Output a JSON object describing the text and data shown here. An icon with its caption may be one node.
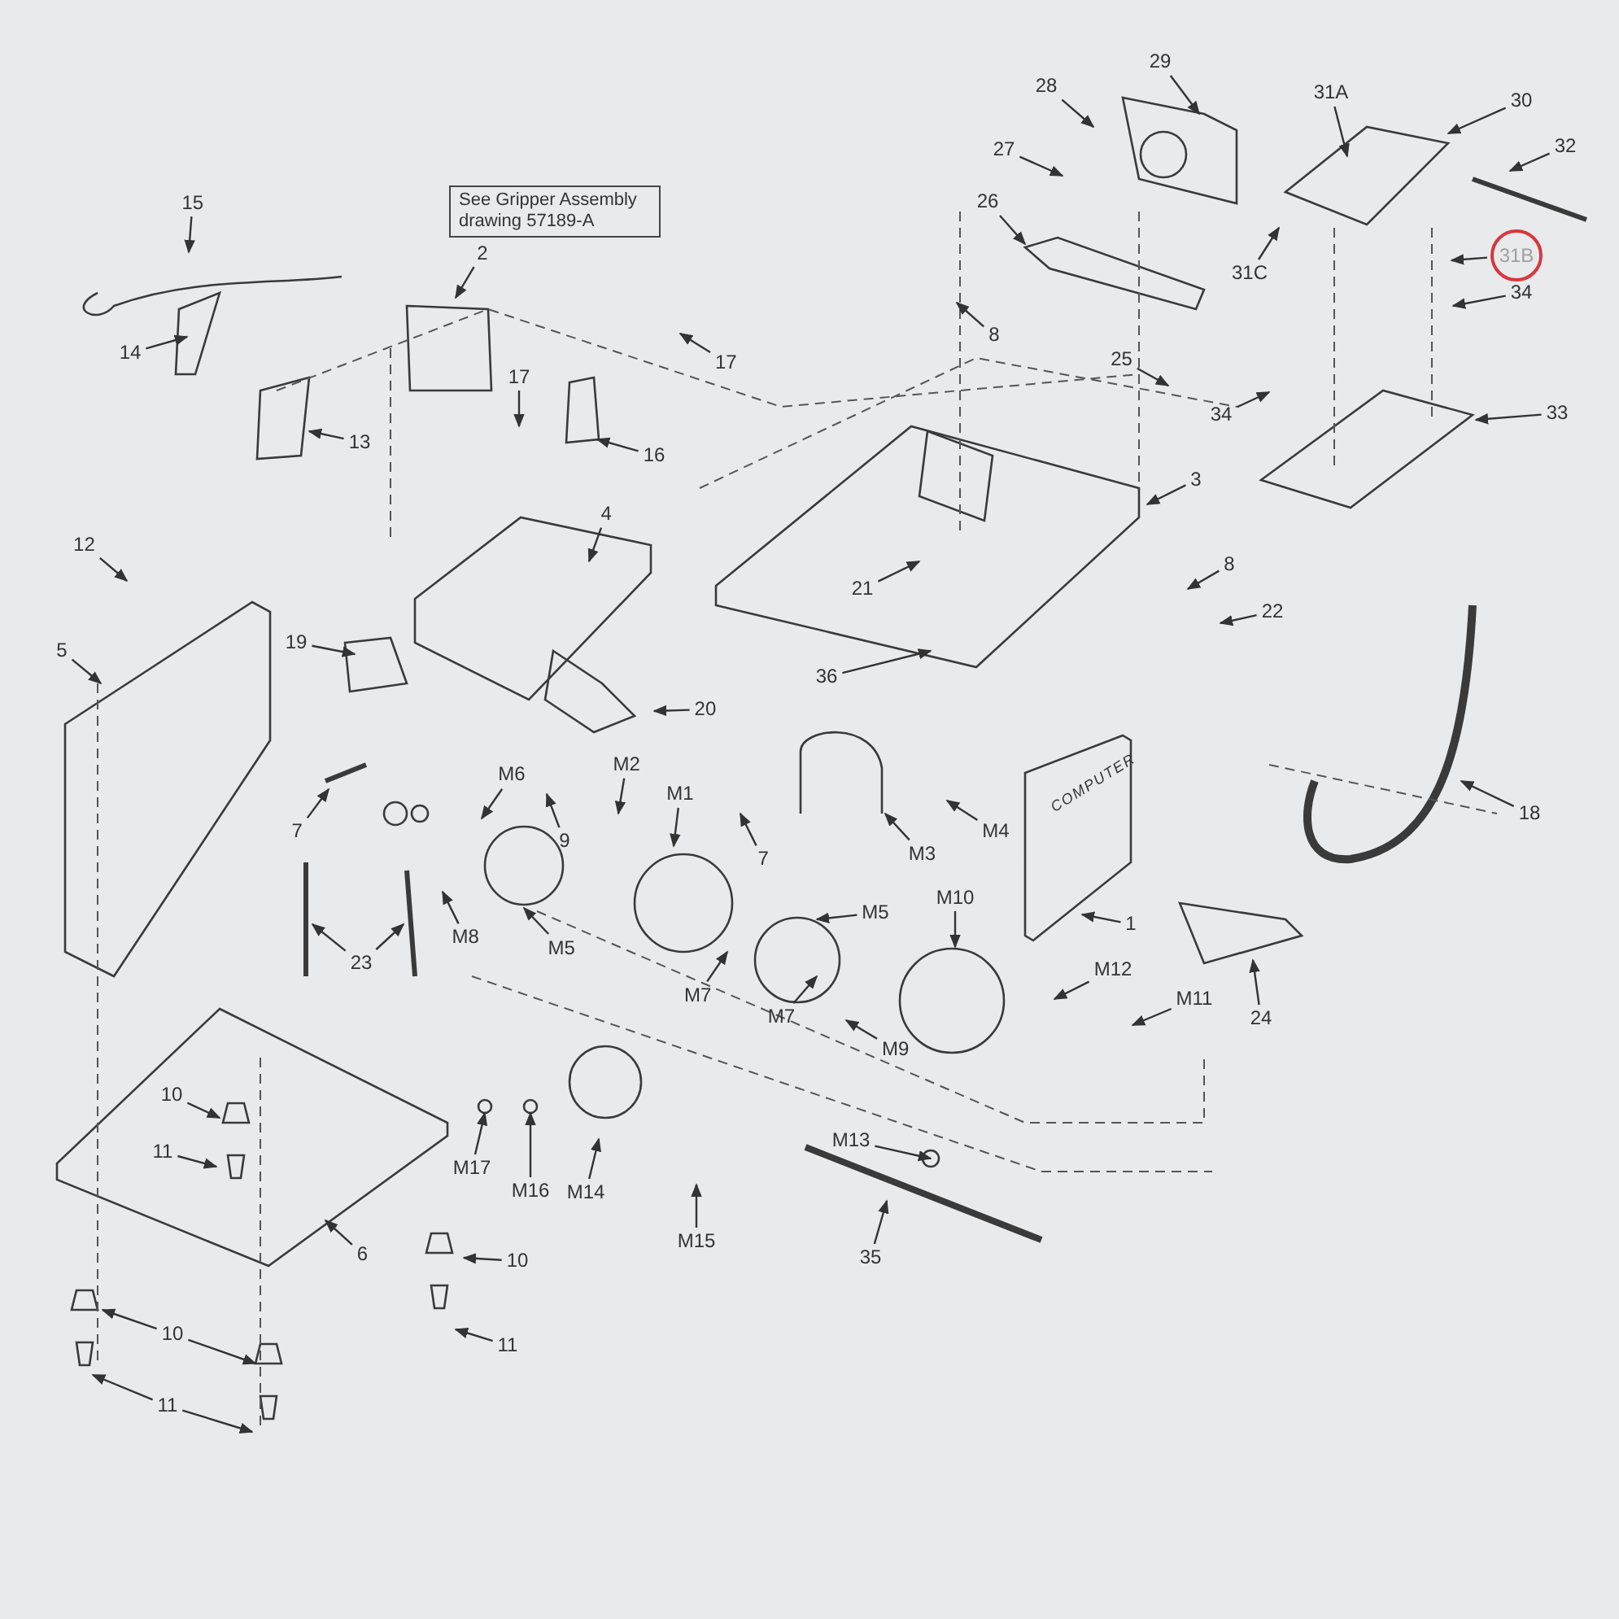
{
  "diagram": {
    "nodes": [
      {
        "text": [
          "15"
        ]
      },
      {
        "text": [
          "See Gripper Assembly drawing 57189-A"
        ]
      },
      {
        "text": [
          "2"
        ]
      },
      {
        "text": [
          "17"
        ]
      },
      {
        "text": [
          "14"
        ]
      },
      {
        "text": [
          "17"
        ]
      },
      {
        "text": [
          "13"
        ]
      },
      {
        "text": [
          "16"
        ]
      },
      {
        "text": [
          "4"
        ]
      },
      {
        "text": [
          "12"
        ]
      },
      {
        "text": [
          "5"
        ]
      },
      {
        "text": [
          "19"
        ]
      },
      {
        "text": [
          "20"
        ]
      },
      {
        "text": [
          "28"
        ]
      },
      {
        "text": [
          "29"
        ]
      },
      {
        "text": [
          "31A"
        ]
      },
      {
        "text": [
          "30"
        ]
      },
      {
        "text": [
          "32"
        ]
      },
      {
        "text": [
          "27"
        ]
      },
      {
        "text": [
          "26"
        ]
      },
      {
        "text": [
          "31C"
        ]
      },
      {
        "text": [
          "31B"
        ]
      },
      {
        "text": [
          "34"
        ]
      },
      {
        "text": [
          "8"
        ]
      },
      {
        "text": [
          "25"
        ]
      },
      {
        "text": [
          "34"
        ]
      },
      {
        "text": [
          "33"
        ]
      },
      {
        "text": [
          "3"
        ]
      },
      {
        "text": [
          "8"
        ]
      },
      {
        "text": [
          "22"
        ]
      },
      {
        "text": [
          "21"
        ]
      },
      {
        "text": [
          "36"
        ]
      },
      {
        "text": [
          "18"
        ]
      },
      {
        "text": [
          "M6"
        ]
      },
      {
        "text": [
          "M2"
        ]
      },
      {
        "text": [
          "7"
        ]
      },
      {
        "text": [
          "9"
        ]
      },
      {
        "text": [
          "M1"
        ]
      },
      {
        "text": [
          "M4"
        ]
      },
      {
        "text": [
          "M3"
        ]
      },
      {
        "text": [
          "7"
        ]
      },
      {
        "text": [
          "M10"
        ]
      },
      {
        "text": [
          "M5"
        ]
      },
      {
        "text": [
          "1"
        ]
      },
      {
        "text": [
          "M8"
        ]
      },
      {
        "text": [
          "M5"
        ]
      },
      {
        "text": [
          "23"
        ]
      },
      {
        "text": [
          "M12"
        ]
      },
      {
        "text": [
          "M11"
        ]
      },
      {
        "text": [
          "M7"
        ]
      },
      {
        "text": [
          "M7"
        ]
      },
      {
        "text": [
          "24"
        ]
      },
      {
        "text": [
          "M9"
        ]
      },
      {
        "text": [
          "10"
        ]
      },
      {
        "text": [
          "M13"
        ]
      },
      {
        "text": [
          "11"
        ]
      },
      {
        "text": [
          "M17"
        ]
      },
      {
        "text": [
          "M16"
        ]
      },
      {
        "text": [
          "M14"
        ]
      },
      {
        "text": [
          "M15"
        ]
      },
      {
        "text": [
          "6"
        ]
      },
      {
        "text": [
          "35"
        ]
      },
      {
        "text": [
          "10"
        ]
      },
      {
        "text": [
          "10"
        ]
      },
      {
        "text": [
          "11"
        ]
      },
      {
        "text": [
          "11"
        ]
      },
      {
        "text": [
          "COMPUTER"
        ]
      }
    ],
    "edges": [
      {
        "from": 0,
        "to": null,
        "arrow": "to"
      },
      {
        "from": 2,
        "to": null,
        "arrow": "to"
      },
      {
        "from": 3,
        "to": null,
        "arrow": "to"
      },
      {
        "from": 4,
        "to": null,
        "arrow": "to"
      },
      {
        "from": 5,
        "to": null,
        "arrow": "to"
      },
      {
        "from": 6,
        "to": null,
        "arrow": "to"
      },
      {
        "from": 7,
        "to": null,
        "arrow": "to"
      },
      {
        "from": 8,
        "to": null,
        "arrow": "to"
      },
      {
        "from": 9,
        "to": null,
        "arrow": "to"
      },
      {
        "from": 10,
        "to": null,
        "arrow": "to"
      },
      {
        "from": 11,
        "to": null,
        "arrow": "to"
      },
      {
        "from": 12,
        "to": null,
        "arrow": "to"
      },
      {
        "from": 13,
        "to": null,
        "arrow": "to"
      },
      {
        "from": 14,
        "to": null,
        "arrow": "to"
      },
      {
        "from": 15,
        "to": null,
        "arrow": "to"
      },
      {
        "from": 16,
        "to": null,
        "arrow": "to"
      },
      {
        "from": 17,
        "to": null,
        "arrow": "to"
      },
      {
        "from": 18,
        "to": null,
        "arrow": "to"
      },
      {
        "from": 19,
        "to": null,
        "arrow": "to"
      },
      {
        "from": 20,
        "to": null,
        "arrow": "to"
      },
      {
        "from": 21,
        "to": null,
        "arrow": "to"
      },
      {
        "from": 22,
        "to": null,
        "arrow": "to"
      },
      {
        "from": 23,
        "to": null,
        "arrow": "to"
      },
      {
        "from": 24,
        "to": null,
        "arrow": "to"
      },
      {
        "from": 25,
        "to": null,
        "arrow": "to"
      },
      {
        "from": 26,
        "to": null,
        "arrow": "to"
      },
      {
        "from": 27,
        "to": null,
        "arrow": "to"
      },
      {
        "from": 28,
        "to": null,
        "arrow": "to"
      },
      {
        "from": 29,
        "to": null,
        "arrow": "to"
      },
      {
        "from": 30,
        "to": null,
        "arrow": "to"
      },
      {
        "from": 31,
        "to": null,
        "arrow": "to"
      },
      {
        "from": 32,
        "to": null,
        "arrow": "to"
      },
      {
        "from": 33,
        "to": null,
        "arrow": "to"
      },
      {
        "from": 34,
        "to": null,
        "arrow": "to"
      },
      {
        "from": 35,
        "to": null,
        "arrow": "to"
      },
      {
        "from": 36,
        "to": null,
        "arrow": "to"
      },
      {
        "from": 37,
        "to": null,
        "arrow": "to"
      },
      {
        "from": 38,
        "to": null,
        "arrow": "to"
      },
      {
        "from": 39,
        "to": null,
        "arrow": "to"
      },
      {
        "from": 40,
        "to": null,
        "arrow": "to"
      },
      {
        "from": 41,
        "to": null,
        "arrow": "to"
      },
      {
        "from": 42,
        "to": null,
        "arrow": "to"
      },
      {
        "from": 43,
        "to": 66,
        "arrow": "to"
      },
      {
        "from": 44,
        "to": null,
        "arrow": "to"
      },
      {
        "from": 45,
        "to": null,
        "arrow": "to"
      },
      {
        "from": 46,
        "to": null,
        "arrow": "to"
      },
      {
        "from": 46,
        "to": null,
        "arrow": "to"
      },
      {
        "from": 47,
        "to": null,
        "arrow": "to"
      },
      {
        "from": 48,
        "to": null,
        "arrow": "to"
      },
      {
        "from": 49,
        "to": null,
        "arrow": "to"
      },
      {
        "from": 50,
        "to": null,
        "arrow": "to"
      },
      {
        "from": 51,
        "to": null,
        "arrow": "to"
      },
      {
        "from": 52,
        "to": null,
        "arrow": "to"
      },
      {
        "from": 53,
        "to": null,
        "arrow": "to"
      },
      {
        "from": 54,
        "to": null,
        "arrow": "to"
      },
      {
        "from": 55,
        "to": null,
        "arrow": "to"
      },
      {
        "from": 56,
        "to": null,
        "arrow": "to"
      },
      {
        "from": 57,
        "to": null,
        "arrow": "to"
      },
      {
        "from": 58,
        "to": null,
        "arrow": "to"
      },
      {
        "from": 59,
        "to": null,
        "arrow": "to"
      },
      {
        "from": 60,
        "to": null,
        "arrow": "to"
      },
      {
        "from": 61,
        "to": null,
        "arrow": "to"
      },
      {
        "from": 62,
        "to": null,
        "arrow": "to"
      },
      {
        "from": 63,
        "to": null,
        "arrow": "to"
      },
      {
        "from": 63,
        "to": null,
        "arrow": "to"
      },
      {
        "from": 64,
        "to": null,
        "arrow": "to"
      },
      {
        "from": 65,
        "to": null,
        "arrow": "to"
      },
      {
        "from": 65,
        "to": null,
        "arrow": "to"
      }
    ]
  }
}
